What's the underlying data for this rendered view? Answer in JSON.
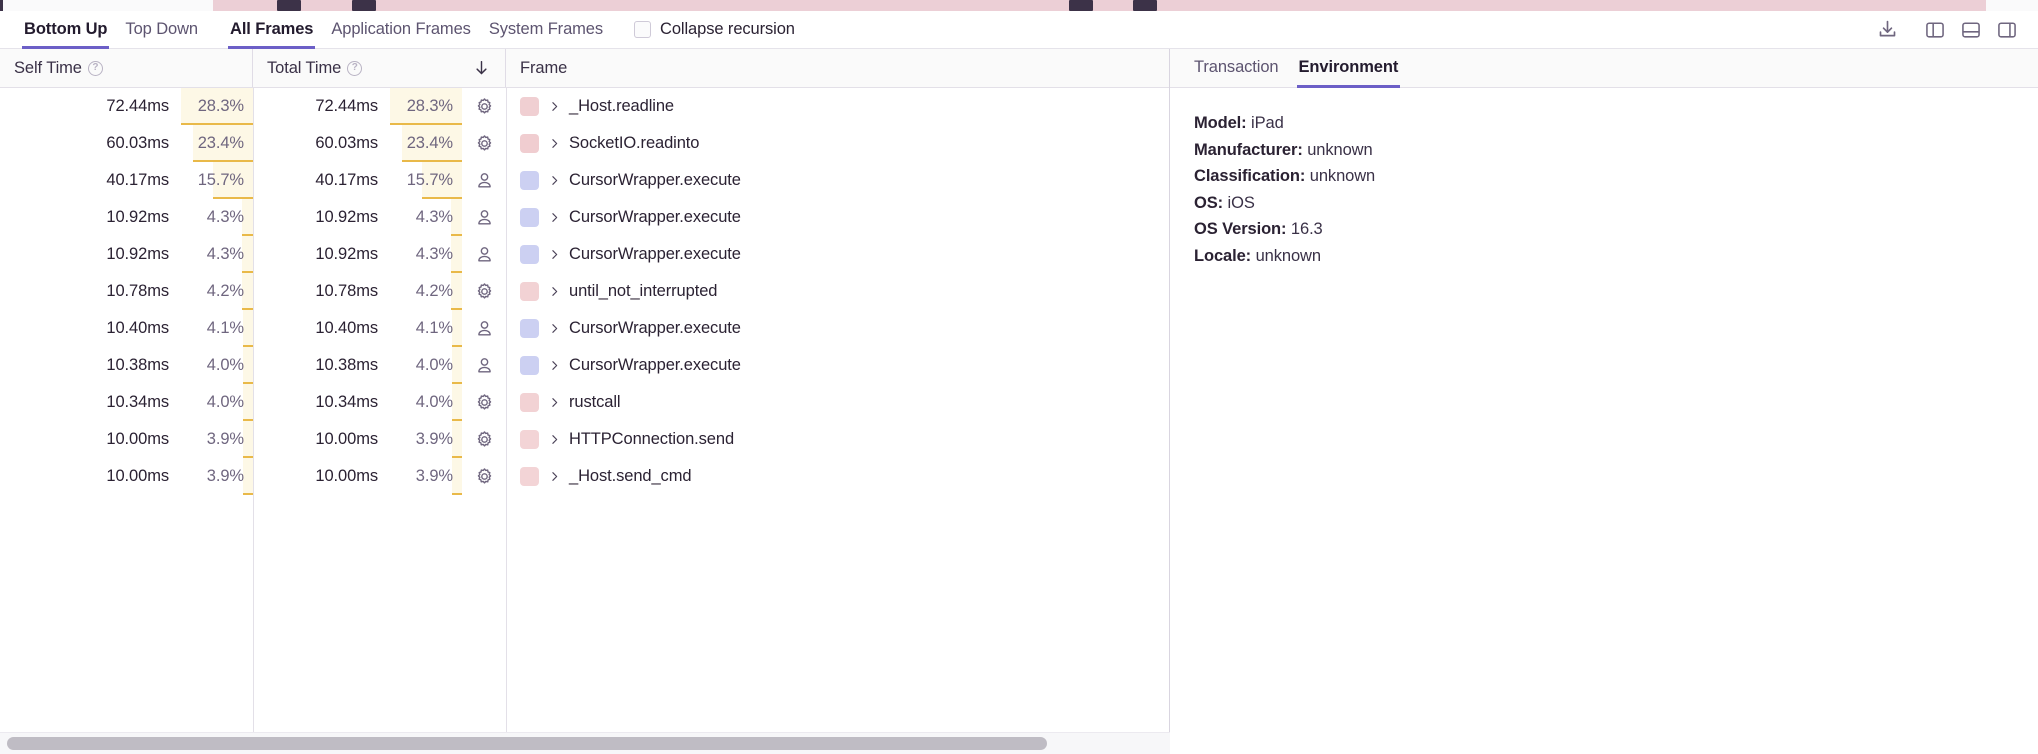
{
  "toolbar": {
    "tabs": [
      {
        "label": "Bottom Up",
        "active": true
      },
      {
        "label": "Top Down",
        "active": false
      }
    ],
    "frame_tabs": [
      {
        "label": "All Frames",
        "active": true
      },
      {
        "label": "Application Frames",
        "active": false
      },
      {
        "label": "System Frames",
        "active": false
      }
    ],
    "collapse_recursion_label": "Collapse recursion",
    "collapse_recursion_checked": false,
    "icons": [
      {
        "name": "download-icon",
        "title": "Export"
      },
      {
        "name": "layout-left-panel-icon",
        "title": "Left panel"
      },
      {
        "name": "layout-bottom-panel-icon",
        "title": "Bottom panel"
      },
      {
        "name": "layout-right-panel-icon",
        "title": "Right panel"
      }
    ]
  },
  "table": {
    "columns": [
      {
        "key": "self_time",
        "label": "Self Time",
        "has_help": true,
        "sorted": false
      },
      {
        "key": "total_time",
        "label": "Total Time",
        "has_help": true,
        "sorted": true,
        "sort_dir": "desc"
      },
      {
        "key": "frame",
        "label": "Frame",
        "has_help": false,
        "sorted": false
      }
    ],
    "rows": [
      {
        "self_time": "72.44ms",
        "self_pct": "28.3%",
        "self_pct_value": 28.3,
        "total_time": "72.44ms",
        "total_pct": "28.3%",
        "total_pct_value": 28.3,
        "type_icon": "gear-icon",
        "frame_type": "system",
        "swatch_color": "#f0cfd2",
        "frame": "_Host.readline"
      },
      {
        "self_time": "60.03ms",
        "self_pct": "23.4%",
        "self_pct_value": 23.4,
        "total_time": "60.03ms",
        "total_pct": "23.4%",
        "total_pct_value": 23.4,
        "type_icon": "gear-icon",
        "frame_type": "system",
        "swatch_color": "#f0cdd0",
        "frame": "SocketIO.readinto"
      },
      {
        "self_time": "40.17ms",
        "self_pct": "15.7%",
        "self_pct_value": 15.7,
        "total_time": "40.17ms",
        "total_pct": "15.7%",
        "total_pct_value": 15.7,
        "type_icon": "person-icon",
        "frame_type": "application",
        "swatch_color": "#ccd0f2",
        "frame": "CursorWrapper.execute"
      },
      {
        "self_time": "10.92ms",
        "self_pct": "4.3%",
        "self_pct_value": 4.3,
        "total_time": "10.92ms",
        "total_pct": "4.3%",
        "total_pct_value": 4.3,
        "type_icon": "person-icon",
        "frame_type": "application",
        "swatch_color": "#ccd0f2",
        "frame": "CursorWrapper.execute"
      },
      {
        "self_time": "10.92ms",
        "self_pct": "4.3%",
        "self_pct_value": 4.3,
        "total_time": "10.92ms",
        "total_pct": "4.3%",
        "total_pct_value": 4.3,
        "type_icon": "person-icon",
        "frame_type": "application",
        "swatch_color": "#ccd0f2",
        "frame": "CursorWrapper.execute"
      },
      {
        "self_time": "10.78ms",
        "self_pct": "4.2%",
        "self_pct_value": 4.2,
        "total_time": "10.78ms",
        "total_pct": "4.2%",
        "total_pct_value": 4.2,
        "type_icon": "gear-icon",
        "frame_type": "system",
        "swatch_color": "#f2d2d4",
        "frame": "until_not_interrupted"
      },
      {
        "self_time": "10.40ms",
        "self_pct": "4.1%",
        "self_pct_value": 4.1,
        "total_time": "10.40ms",
        "total_pct": "4.1%",
        "total_pct_value": 4.1,
        "type_icon": "person-icon",
        "frame_type": "application",
        "swatch_color": "#ccd0f2",
        "frame": "CursorWrapper.execute"
      },
      {
        "self_time": "10.38ms",
        "self_pct": "4.0%",
        "self_pct_value": 4.0,
        "total_time": "10.38ms",
        "total_pct": "4.0%",
        "total_pct_value": 4.0,
        "type_icon": "person-icon",
        "frame_type": "application",
        "swatch_color": "#ccd0f2",
        "frame": "CursorWrapper.execute"
      },
      {
        "self_time": "10.34ms",
        "self_pct": "4.0%",
        "self_pct_value": 4.0,
        "total_time": "10.34ms",
        "total_pct": "4.0%",
        "total_pct_value": 4.0,
        "type_icon": "gear-icon",
        "frame_type": "system",
        "swatch_color": "#f2d2d4",
        "frame": "rustcall"
      },
      {
        "self_time": "10.00ms",
        "self_pct": "3.9%",
        "self_pct_value": 3.9,
        "total_time": "10.00ms",
        "total_pct": "3.9%",
        "total_pct_value": 3.9,
        "type_icon": "gear-icon",
        "frame_type": "system",
        "swatch_color": "#f3d4d6",
        "frame": "HTTPConnection.send"
      },
      {
        "self_time": "10.00ms",
        "self_pct": "3.9%",
        "self_pct_value": 3.9,
        "total_time": "10.00ms",
        "total_pct": "3.9%",
        "total_pct_value": 3.9,
        "type_icon": "gear-icon",
        "frame_type": "system",
        "swatch_color": "#f3d4d6",
        "frame": "_Host.send_cmd"
      }
    ]
  },
  "details": {
    "tabs": [
      {
        "label": "Transaction",
        "active": false
      },
      {
        "label": "Environment",
        "active": true
      }
    ],
    "environment": [
      {
        "label": "Model:",
        "value": "iPad"
      },
      {
        "label": "Manufacturer:",
        "value": "unknown"
      },
      {
        "label": "Classification:",
        "value": "unknown"
      },
      {
        "label": "OS:",
        "value": "iOS"
      },
      {
        "label": "OS Version:",
        "value": "16.3"
      },
      {
        "label": "Locale:",
        "value": "unknown"
      }
    ]
  },
  "colors": {
    "accent": "#6c5fc7",
    "pct_bar": "#e9b949",
    "pct_bg": "#fdf8e6",
    "system_frame": "#f0cfd2",
    "application_frame": "#ccd0f2"
  },
  "scrollbar": {
    "thumb_fraction": 0.9
  }
}
